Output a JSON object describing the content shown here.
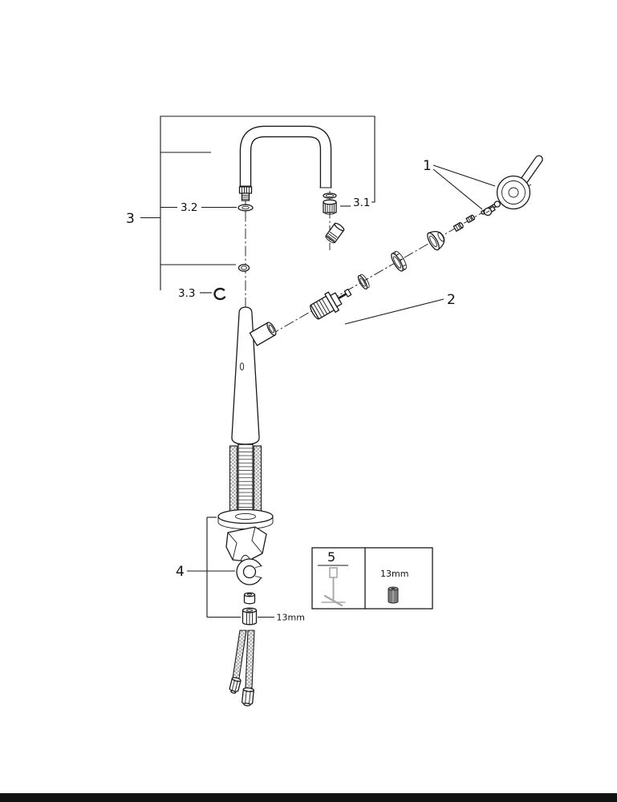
{
  "page": {
    "background_color": "#ffffff",
    "footer_bar_color": "#111111"
  },
  "diagram": {
    "kind": "exploded-view parts diagram of single-lever faucet",
    "line_color": "#1a1a1a",
    "tool_gray": "#a8a8a8",
    "callouts": {
      "c1": "1",
      "c2": "2",
      "c3": "3",
      "c3_1": "3.1",
      "c3_2": "3.2",
      "c3_3": "3.3",
      "c4": "4",
      "c5": "5"
    },
    "notes": {
      "nut_size": "13mm",
      "tool_box_size": "13mm"
    }
  }
}
